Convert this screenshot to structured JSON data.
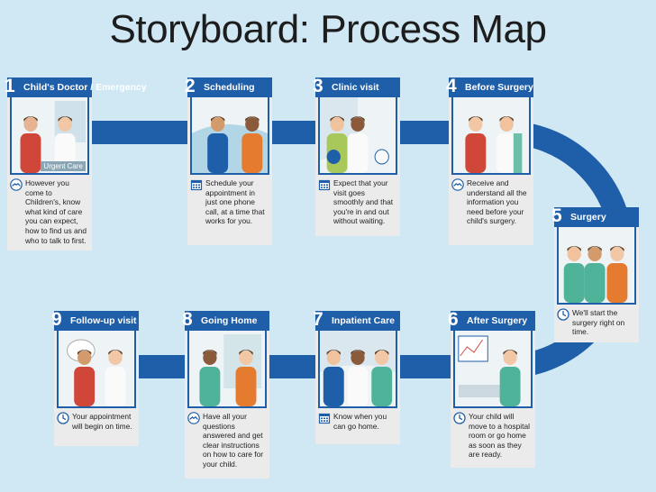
{
  "title": "Storyboard: Process Map",
  "colors": {
    "background": "#cfe8f4",
    "band": "#1f5ea8",
    "header": "#1f5ea8",
    "card": "#ebebeb"
  },
  "steps": [
    {
      "number": "1",
      "title": "Child's Doctor / Emergency",
      "icon": "handshake-icon",
      "illustration": "doctor-and-family",
      "sign": "Urgent Care",
      "description": "However you come to Children's, know what kind of care you can expect, how to find us and who to talk to first."
    },
    {
      "number": "2",
      "title": "Scheduling",
      "icon": "calendar-icon",
      "illustration": "phone-call",
      "description": "Schedule your appointment in just one phone call, at a time that works for you."
    },
    {
      "number": "3",
      "title": "Clinic visit",
      "icon": "calendar-icon",
      "illustration": "clinic-doctor",
      "description": "Expect that your visit goes smoothly and that you're in and out without waiting."
    },
    {
      "number": "4",
      "title": "Before Surgery",
      "icon": "handshake-icon",
      "illustration": "nurse-and-family",
      "description": "Receive and understand all the information you need before your child's surgery."
    },
    {
      "number": "5",
      "title": "Surgery",
      "icon": "clock-icon",
      "illustration": "surgical-team",
      "description": "We'll start the surgery right on time."
    },
    {
      "number": "6",
      "title": "After Surgery",
      "icon": "clock-icon",
      "illustration": "hospital-room",
      "description": "Your child will move to a hospital room or go home as soon as they are ready."
    },
    {
      "number": "7",
      "title": "Inpatient Care",
      "icon": "calendar-icon",
      "illustration": "care-team",
      "description": "Know when you can go home."
    },
    {
      "number": "8",
      "title": "Going Home",
      "icon": "handshake-icon",
      "illustration": "discharge",
      "description": "Have all your questions answered and get clear instructions on how to care for your child."
    },
    {
      "number": "9",
      "title": "Follow-up visit",
      "icon": "clock-icon",
      "illustration": "follow-up-doctor",
      "description": "Your appointment will begin on time."
    }
  ]
}
